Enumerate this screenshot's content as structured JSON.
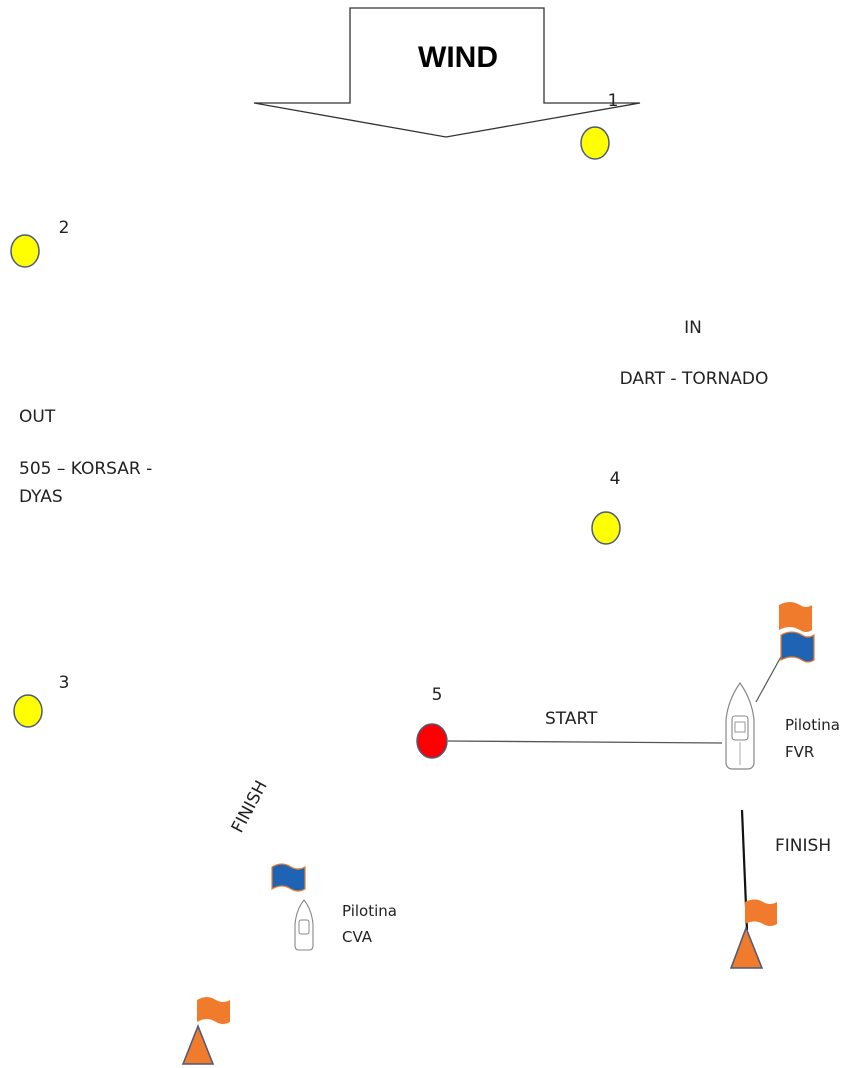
{
  "wind": {
    "label": "WIND"
  },
  "marks": [
    {
      "number": "1",
      "color": "#ffff00"
    },
    {
      "number": "2",
      "color": "#ffff00"
    },
    {
      "number": "3",
      "color": "#ffff00"
    },
    {
      "number": "4",
      "color": "#ffff00"
    },
    {
      "number": "5",
      "color": "#ff0000"
    }
  ],
  "courses": {
    "in": {
      "title": "IN",
      "classes": "DART - TORNADO"
    },
    "out": {
      "title": "OUT",
      "classes_line1": "505 – KORSAR -",
      "classes_line2": "DYAS"
    }
  },
  "start": {
    "label": "START"
  },
  "finish_right": {
    "label": "FINISH"
  },
  "finish_left": {
    "label": "FINISH"
  },
  "boats": {
    "fvr": {
      "line1": "Pilotina",
      "line2": "FVR"
    },
    "cva": {
      "line1": "Pilotina",
      "line2": "CVA"
    }
  },
  "colors": {
    "mark_outline": "#4a5a7a",
    "flag_orange": "#f07b2c",
    "flag_blue": "#1f64b4",
    "flag_edge": "#3a6fb0",
    "buoy_orange": "#f07b2c",
    "buoy_outline": "#4a5a7a",
    "line": "#555555"
  }
}
